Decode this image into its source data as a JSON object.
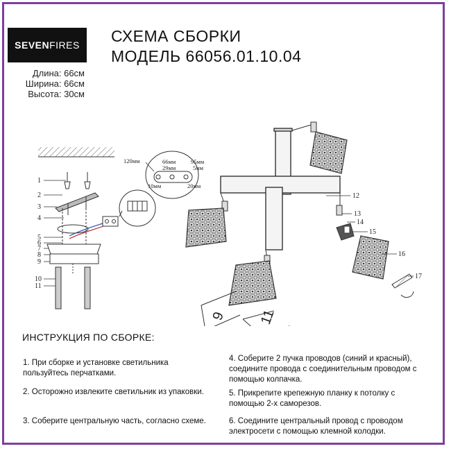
{
  "logo": {
    "part1": "SEVEN",
    "part2": "FIRES"
  },
  "title": {
    "line1": "СХЕМА СБОРКИ",
    "line2": "МОДЕЛЬ 66056.01.10.04"
  },
  "dimensions": {
    "length": "Длина: 66см",
    "width": "Ширина: 66см",
    "height": "Высота: 30см"
  },
  "detail_labels": {
    "d120": "120мм",
    "w66": "66мм",
    "w95": "95мм",
    "w29": "29мм",
    "w5": "5мм",
    "w10": "10мм",
    "w20": "20мм"
  },
  "part_numbers": [
    "1",
    "2",
    "3",
    "4",
    "5",
    "6",
    "7",
    "8",
    "9",
    "10",
    "11"
  ],
  "right_part_numbers": [
    "12",
    "13",
    "14",
    "15",
    "16",
    "17"
  ],
  "cube_dims": {
    "a": "9",
    "b": "11"
  },
  "instructions": {
    "heading": "ИНСТРУКЦИЯ ПО СБОРКЕ:",
    "steps": [
      "1. При сборке и установке светильника пользуйтесь перчатками.",
      "2. Осторожно извлеките светильник из упаковки.",
      "3. Соберите центральную часть, согласно схеме.",
      "4. Соберите 2 пучка проводов (синий и красный), соедините провода с соединительным проводом с помощью колпачка.",
      "5. Прикрепите крепежную планку к потолку с помощью 2-х саморезов.",
      "6. Соедините центральный провод с проводом электросети с помощью клемной колодки."
    ]
  }
}
